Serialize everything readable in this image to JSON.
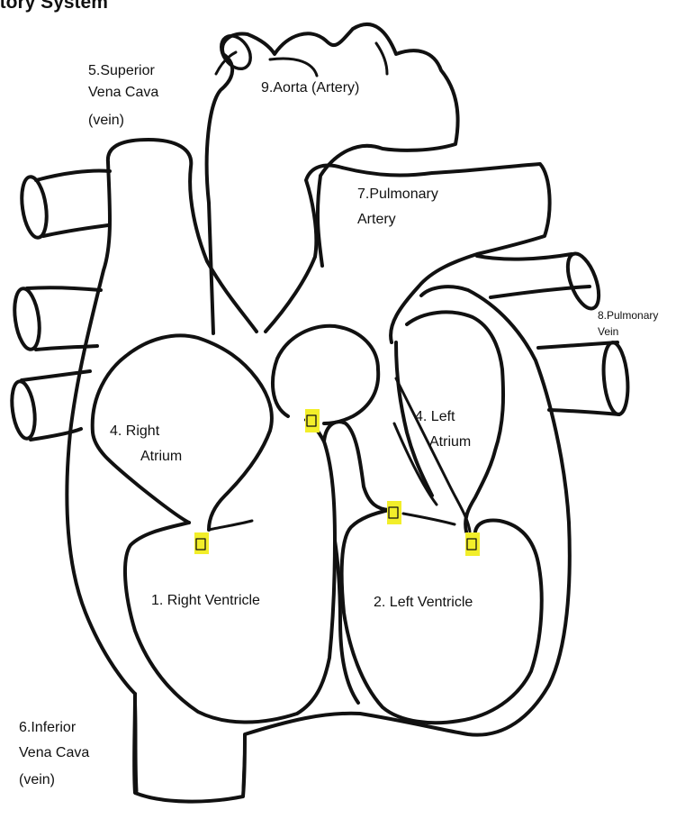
{
  "title": "atory System",
  "labels": {
    "superior_vena_cava": [
      "5.Superior",
      "Vena Cava",
      "(vein)"
    ],
    "aorta": "9.Aorta (Artery)",
    "pulmonary_artery": [
      "7.Pulmonary",
      "Artery"
    ],
    "pulmonary_vein": [
      "8.Pulmonary",
      "Vein"
    ],
    "right_atrium": [
      "4.  Right",
      "Atrium"
    ],
    "left_atrium": [
      "4. Left",
      "Atrium"
    ],
    "right_ventricle": "1. Right Ventricle",
    "left_ventricle": "2. Left Ventricle",
    "inferior_vena_cava": [
      "6.Inferior",
      "Vena Cava",
      "(vein)"
    ]
  },
  "colors": {
    "outline": "#111111",
    "valve_highlight": "#f2ee2a"
  }
}
